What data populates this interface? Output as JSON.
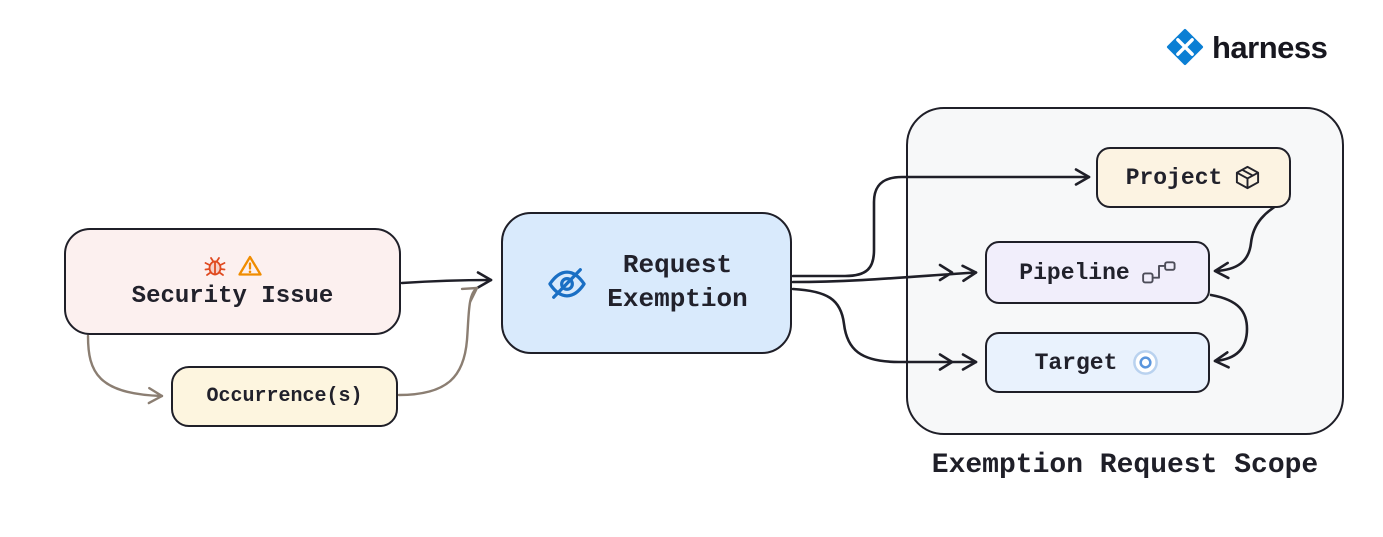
{
  "brand": {
    "name": "harness",
    "icon": "harness-gem-icon"
  },
  "nodes": {
    "security_issue": {
      "label": "Security Issue",
      "icons": [
        "bug-icon",
        "warning-icon"
      ]
    },
    "occurrences": {
      "label": "Occurrence(s)"
    },
    "request_exemption": {
      "line1": "Request",
      "line2": "Exemption",
      "icon": "eye-off-icon"
    },
    "project": {
      "label": "Project",
      "icon": "package-icon"
    },
    "pipeline": {
      "label": "Pipeline",
      "icon": "pipeline-graph-icon"
    },
    "target": {
      "label": "Target",
      "icon": "target-icon"
    }
  },
  "scope_caption": "Exemption Request Scope",
  "edges": [
    {
      "from": "security_issue",
      "to": "request_exemption",
      "style": "dark"
    },
    {
      "from": "security_issue",
      "to": "occurrences",
      "style": "muted"
    },
    {
      "from": "occurrences",
      "to": "request_exemption",
      "style": "muted"
    },
    {
      "from": "request_exemption",
      "to": "project",
      "style": "dark"
    },
    {
      "from": "request_exemption",
      "to": "pipeline",
      "style": "dark-double-arrowhead"
    },
    {
      "from": "request_exemption",
      "to": "target",
      "style": "dark-double-arrowhead"
    },
    {
      "from": "project",
      "to": "pipeline",
      "style": "dark"
    },
    {
      "from": "pipeline",
      "to": "target",
      "style": "dark"
    }
  ],
  "colors": {
    "security_issue_bg": "#fcf0ef",
    "occurrences_bg": "#fdf5df",
    "request_exemption_bg": "#d9eafc",
    "scope_bg": "#f7f8f9",
    "project_bg": "#fcf3e2",
    "pipeline_bg": "#f1eefb",
    "target_bg": "#e9f2fd",
    "edge_dark": "#1f1f28",
    "edge_muted": "#8b7e72",
    "icon_blue": "#1a6fc4",
    "bug_red": "#e04a20",
    "warning_orange": "#f08c00",
    "brand_blue": "#0b7fd4"
  }
}
